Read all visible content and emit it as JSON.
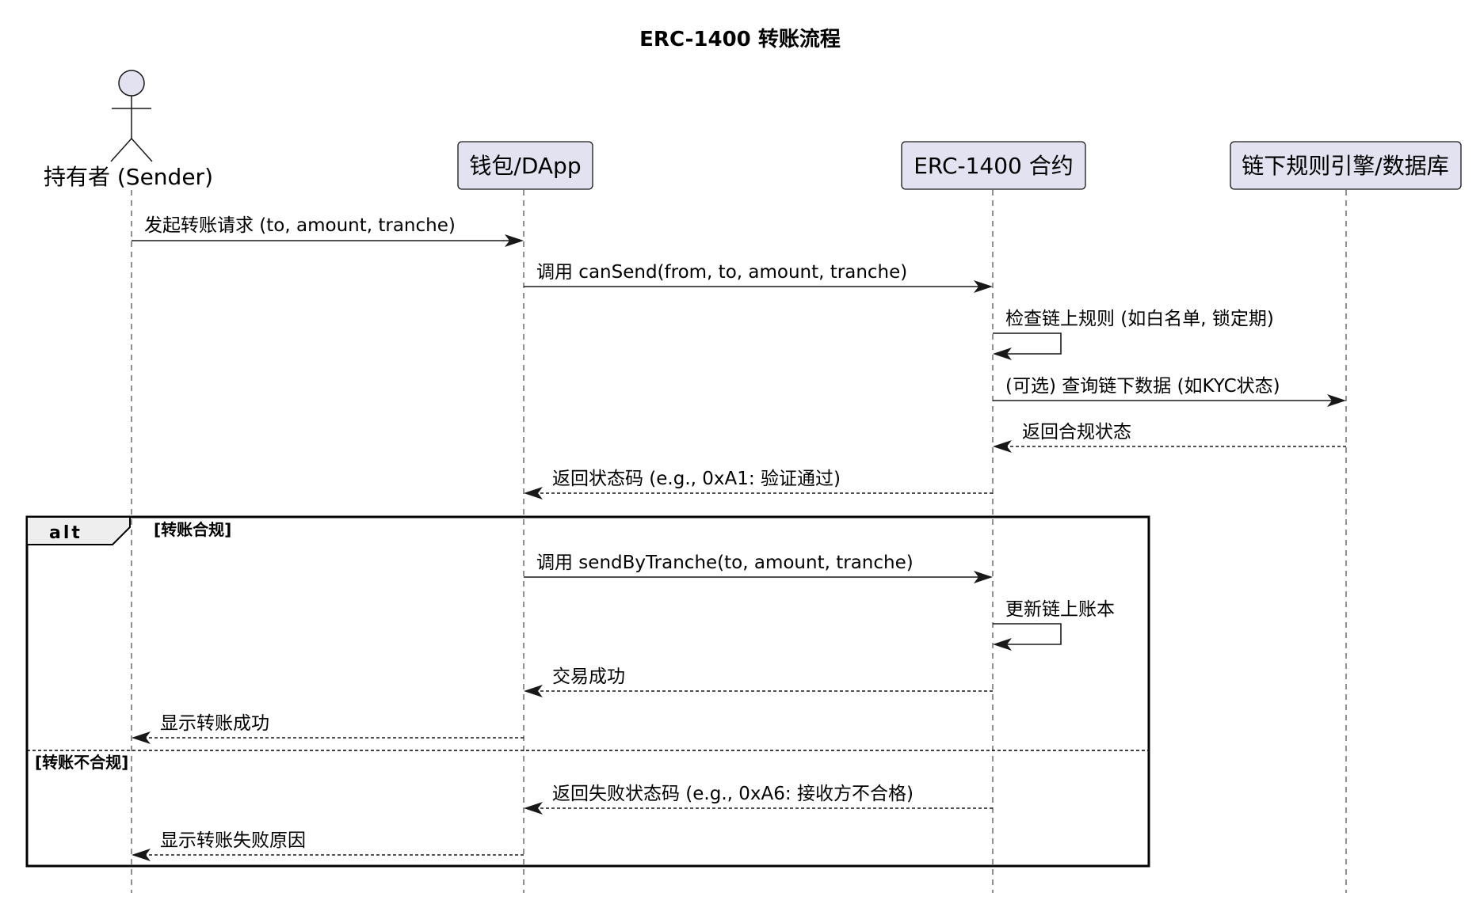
{
  "title": "ERC-1400 转账流程",
  "participants": {
    "sender": "持有者 (Sender)",
    "wallet": "钱包/DApp",
    "contract": "ERC-1400 合约",
    "offchain": "链下规则引擎/数据库"
  },
  "messages": {
    "m1": "发起转账请求 (to, amount, tranche)",
    "m2": "调用 canSend(from, to, amount, tranche)",
    "m3": "检查链上规则 (如白名单, 锁定期)",
    "m4": "(可选) 查询链下数据 (如KYC状态)",
    "m5": "返回合规状态",
    "m6": "返回状态码 (e.g., 0xA1: 验证通过)",
    "m7": "调用 sendByTranche(to, amount, tranche)",
    "m8": "更新链上账本",
    "m9": "交易成功",
    "m10": "显示转账成功",
    "m11": "返回失败状态码 (e.g., 0xA6: 接收方不合格)",
    "m12": "显示转账失败原因"
  },
  "alt_frame": {
    "label": "alt",
    "guard_1": "[转账合规]",
    "guard_2": "[转账不合规]"
  }
}
